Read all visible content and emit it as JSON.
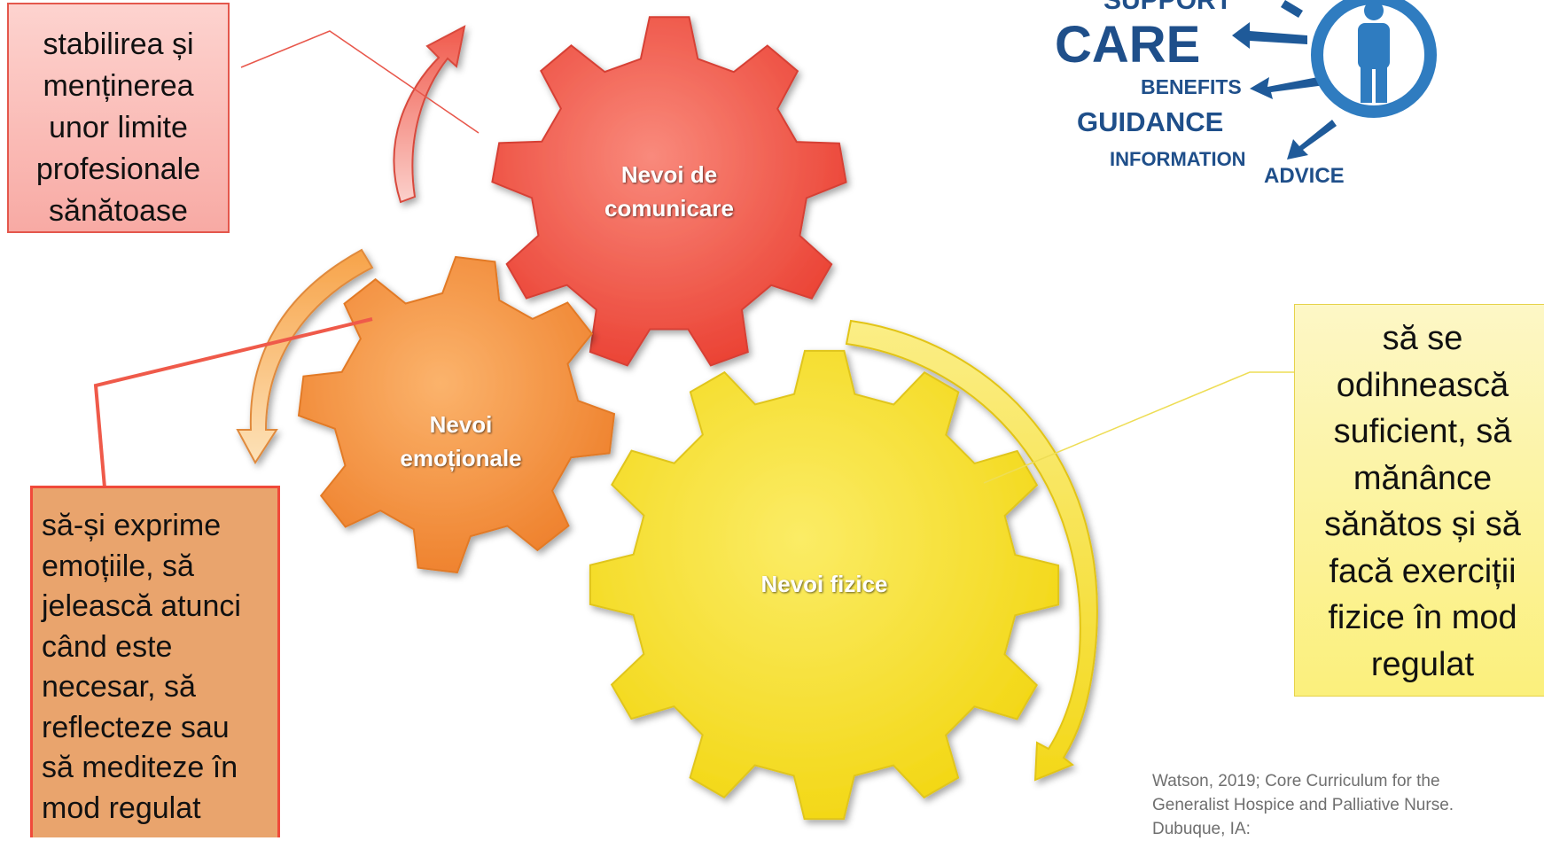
{
  "gears": {
    "communication": {
      "label_line1": "Nevoi de",
      "label_line2": "comunicare",
      "color": "#f55a4a"
    },
    "emotional": {
      "label_line1": "Nevoi",
      "label_line2": "emoționale",
      "color": "#f6913a"
    },
    "physical": {
      "label": "Nevoi fizice",
      "color": "#f7e12c"
    }
  },
  "callouts": {
    "communication": {
      "lines": [
        "stabilirea și",
        "menținerea",
        "unor limite",
        "profesionale",
        "sănătoase"
      ],
      "color": "#f8aaa4"
    },
    "emotional": {
      "lines": [
        "să-și exprime",
        "emoțiile, să",
        "jelească atunci",
        "când este",
        "necesar, să",
        "reflecteze sau",
        "să mediteze în",
        "mod regulat"
      ],
      "color": "#e9a46d"
    },
    "physical": {
      "lines": [
        "să se",
        "odihnească",
        "suficient, să",
        "mănânce",
        "sănătos și să",
        "facă exerciții",
        "fizice în mod",
        "regulat"
      ],
      "color": "#fbf07c"
    }
  },
  "logo": {
    "words": [
      "SUPPORT",
      "CARE",
      "BENEFITS",
      "GUIDANCE",
      "INFORMATION",
      "ADVICE"
    ],
    "icon": "person-icon",
    "color": "#1f4f8a"
  },
  "citation": {
    "lines": [
      "Watson, 2019; Core Curriculum for the",
      "Generalist Hospice and Palliative Nurse.",
      "Dubuque, IA:"
    ]
  }
}
